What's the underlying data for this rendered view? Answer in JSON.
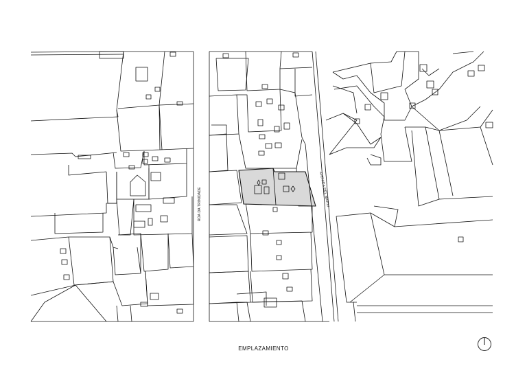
{
  "caption": "EMPLAZAMIENTO",
  "streets": {
    "west": "RÚA DA TRINIDADE",
    "east": "AVENIDA DEL MARXI"
  },
  "north_arrow_icon": "north-arrow-icon",
  "site_fill_color": "#d9d9d9",
  "line_color": "#111111"
}
